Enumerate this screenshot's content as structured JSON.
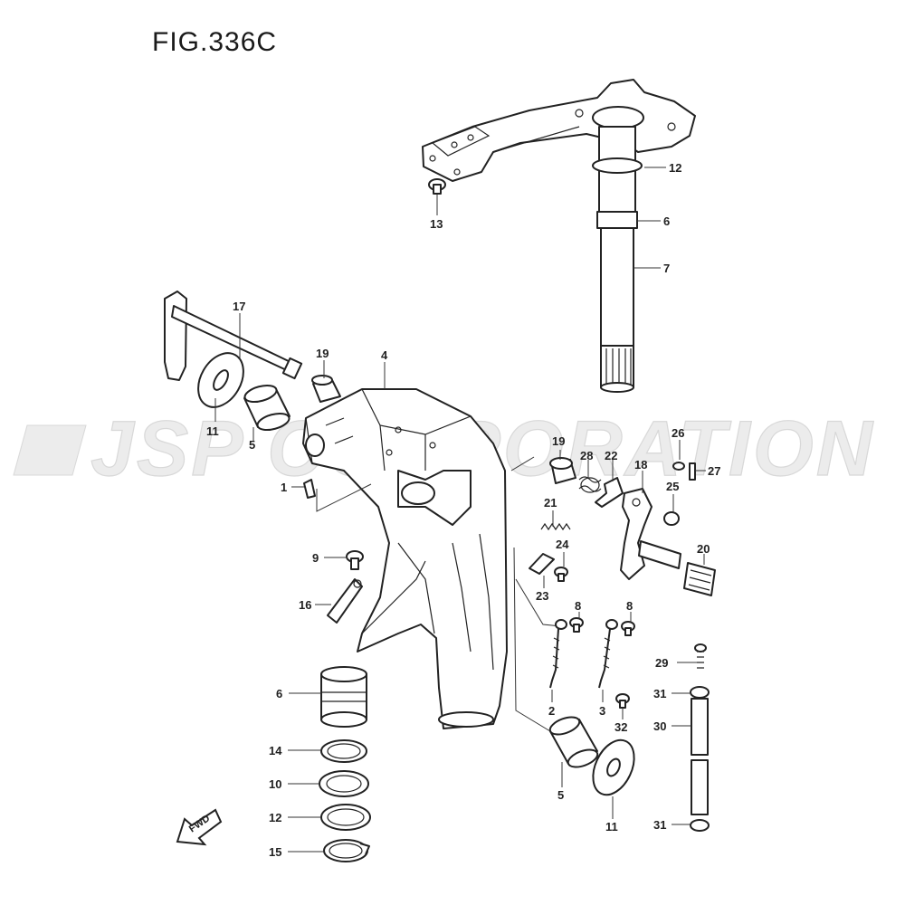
{
  "figure": {
    "title": "FIG.336C"
  },
  "watermark": {
    "text": "JSP CORPORATION"
  },
  "direction_badge": {
    "text": "FWD"
  },
  "part_labels": [
    "1",
    "2",
    "3",
    "4",
    "5",
    "5",
    "6",
    "6",
    "7",
    "8",
    "8",
    "9",
    "10",
    "11",
    "11",
    "12",
    "12",
    "13",
    "14",
    "15",
    "16",
    "17",
    "18",
    "19",
    "19",
    "20",
    "21",
    "22",
    "23",
    "24",
    "25",
    "26",
    "27",
    "28",
    "29",
    "30",
    "31",
    "31",
    "32"
  ]
}
